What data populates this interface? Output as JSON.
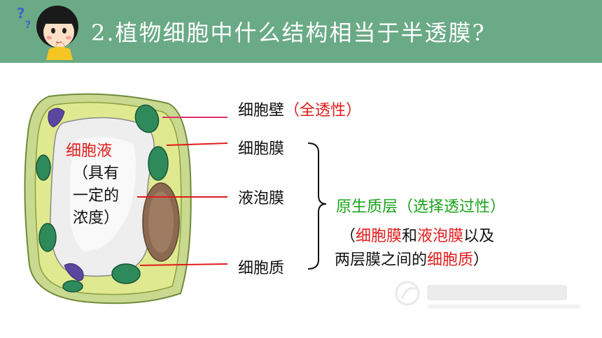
{
  "header": {
    "title": "2.植物细胞中什么结构相当于半透膜?",
    "bg_color": "#6aaa86"
  },
  "diagram": {
    "cell_sap": {
      "name": "细胞液",
      "note_line1": "（具有",
      "note_line2": "一定的",
      "note_line3": "浓度）"
    },
    "labels": {
      "cell_wall": "细胞壁",
      "cell_wall_note": "（全透性）",
      "cell_membrane": "细胞膜",
      "vacuole_membrane": "液泡膜",
      "cytoplasm": "细胞质"
    },
    "protoplast": {
      "title": "原生质层",
      "title_note": "（选择透过性）",
      "desc_p1": "（",
      "desc_p2": "细胞膜",
      "desc_p3": "和",
      "desc_p4": "液泡膜",
      "desc_p5": "以及",
      "desc_p6": "两层膜之间的",
      "desc_p7": "细胞质",
      "desc_p8": "）"
    }
  },
  "colors": {
    "red": "#e21b1b",
    "green": "#1aa31a",
    "header": "#6aaa86"
  }
}
